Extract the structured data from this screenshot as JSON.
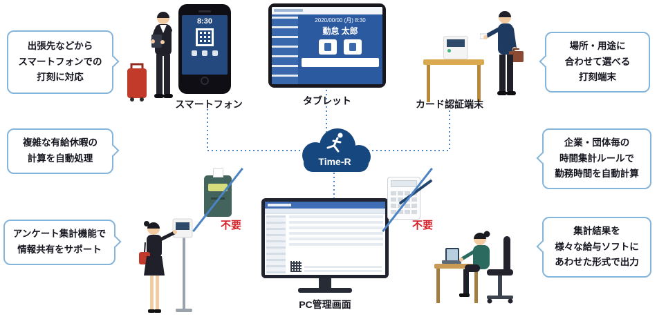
{
  "diagram": {
    "bubbles_left": [
      {
        "text": "出張先などから\nスマートフォンでの\n打刻に対応"
      },
      {
        "text": "複雑な有給休暇の\n計算を自動処理"
      },
      {
        "text": "アンケート集計機能で\n情報共有をサポート"
      }
    ],
    "bubbles_right": [
      {
        "text": "場所・用途に\n合わせて選べる\n打刻端末"
      },
      {
        "text": "企業・団体毎の\n時間集計ルールで\n勤務時間を自動計算"
      },
      {
        "text": "集計結果を\n様々な給与ソフトに\nあわせた形式で出力"
      }
    ],
    "labels": {
      "smartphone": "スマートフォン",
      "tablet": "タブレット",
      "card_terminal": "カード認証端末",
      "pc_admin": "PC管理画面"
    },
    "cloud": {
      "name": "Time-R"
    },
    "badge_unnecessary": "不要",
    "tablet_screen": {
      "datetime": "2020/00/00 (月) 8:30",
      "title": "勤怠 太郎"
    },
    "phone_screen": {
      "time": "8:30"
    },
    "colors": {
      "bubble_border": "#85b4da",
      "line_blue": "#4d86c8",
      "cloud_blue": "#16477e",
      "badge_red": "#d61f26",
      "app_blue": "#2b5aa0"
    }
  }
}
